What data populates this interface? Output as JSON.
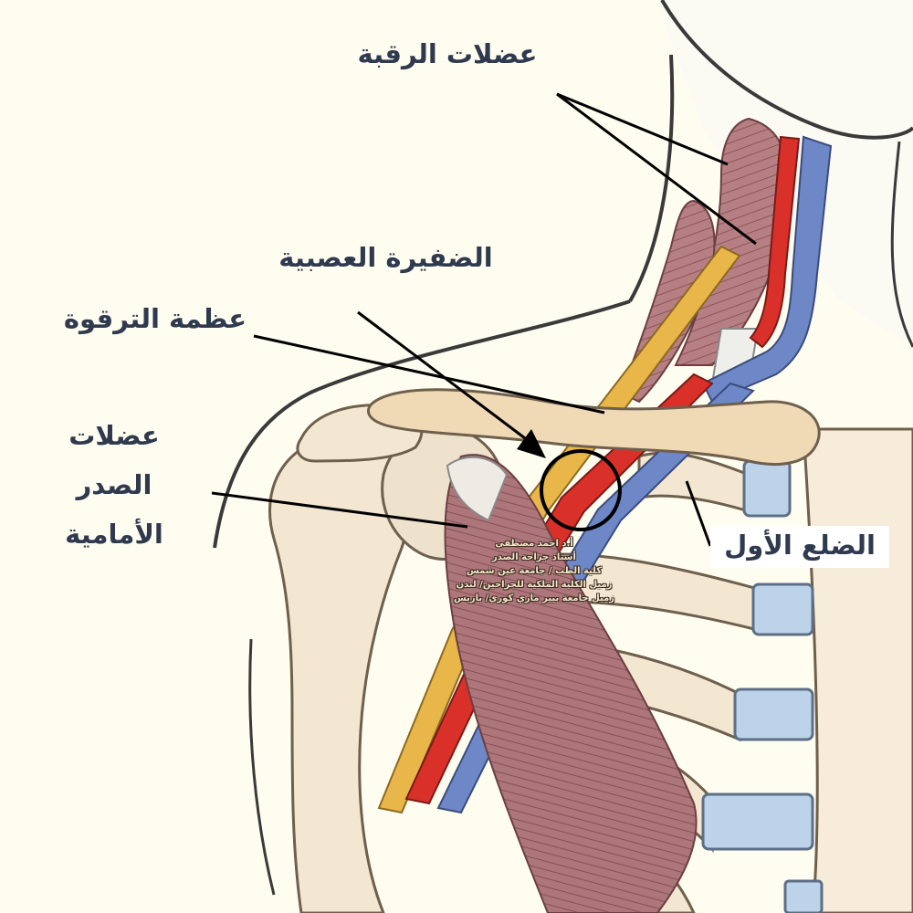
{
  "labels": {
    "neck_muscles": "عضلات الرقبة",
    "brachial_plexus": "الضفيرة العصبية",
    "clavicle": "عظمة الترقوة",
    "pectoral_muscles": "عضلات الصدر الأمامية",
    "first_rib": "الضلع الأول"
  },
  "credit_lines": [
    "أ.د احمد مصطفى",
    "أستاذ جراحة الصدر",
    "كلية الطب / جامعة عين شمس",
    "زميل الكلية الملكية للجراحين/ لندن",
    "زميل جامعة بيير ماري كوري/ باريس"
  ],
  "colors": {
    "label_text": "#2f3a4f",
    "bone": "#f3e7d2",
    "cartilage": "#bcd3ea",
    "muscle": "#b07a7e",
    "artery": "#d9302a",
    "vein": "#6d87c7",
    "nerve": "#e9b64a",
    "skin_outline": "#3a3a3a"
  }
}
